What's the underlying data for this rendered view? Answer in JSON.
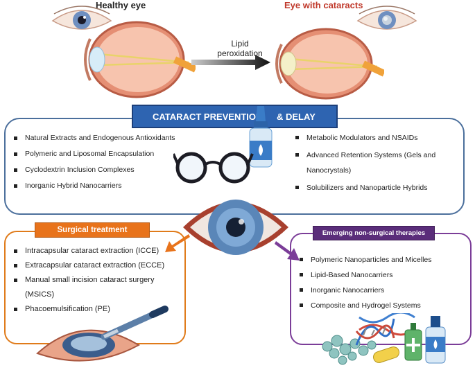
{
  "top": {
    "healthy_title": "Healthy eye",
    "cataract_title": "Eye with cataracts",
    "arrow_label_line1": "Lipid",
    "arrow_label_line2": "peroxidation"
  },
  "prevention": {
    "title_part1": "CATARACT PREVENTION",
    "title_part2": "& DELAY",
    "left_items": [
      "Natural Extracts and Endogenous Antioxidants",
      "Polymeric and Liposomal Encapsulation",
      "Cyclodextrin Inclusion Complexes",
      "Inorganic Hybrid Nanocarriers"
    ],
    "right_items": [
      "Metabolic Modulators and NSAIDs",
      "Advanced Retention Systems (Gels and Nanocrystals)",
      "Solubilizers and Nanoparticle Hybrids"
    ]
  },
  "surgical": {
    "title": "Surgical treatment",
    "items": [
      "Intracapsular cataract extraction (ICCE)",
      "Extracapsular cataract extraction (ECCE)",
      "Manual small incision cataract surgery (MSICS)",
      "Phacoemulsification (PE)"
    ]
  },
  "emerging": {
    "title": "Emerging non-surgical therapies",
    "items": [
      "Polymeric Nanoparticles and Micelles",
      "Lipid-Based Nanocarriers",
      "Inorganic Nanocarriers",
      "Composite and Hydrogel Systems"
    ]
  },
  "colors": {
    "prevention_banner": "#2e64b1",
    "prevention_border": "#4b6f9c",
    "surgical": "#e8731b",
    "emerging": "#5a2d7a"
  },
  "icons": [
    "healthy-eye-icon",
    "cataract-eye-icon",
    "eye-cross-section-icon",
    "eye-drop-bottle-icon",
    "glasses-icon",
    "iris-eye-icon",
    "surgery-icon",
    "dna-icon",
    "nanoparticles-icon"
  ]
}
